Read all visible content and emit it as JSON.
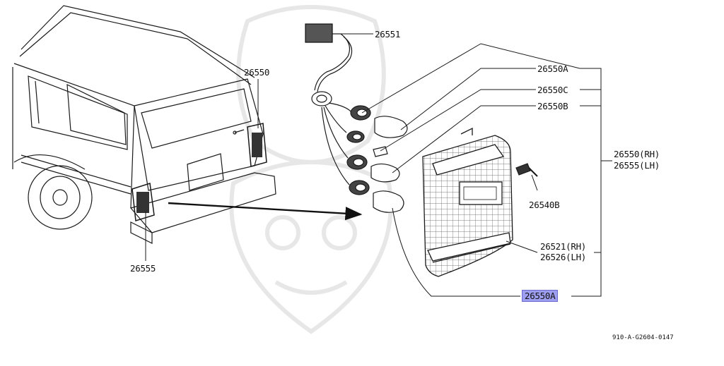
{
  "labels": {
    "p26551": "26551",
    "p26550_car": "26550",
    "p26555_car": "26555",
    "p26550A_top": "26550A",
    "p26550C": "26550C",
    "p26550B": "26550B",
    "p26550_rh": "26550(RH)",
    "p26555_lh": "26555(LH)",
    "p26540B": "26540B",
    "p26521_rh": "26521(RH)",
    "p26526_lh": "26526(LH)",
    "p26550A_sel": "26550A"
  },
  "diagram_code": "910-A-G2604-0147",
  "colors": {
    "highlight": "#9e9ef0",
    "line": "#1a1a1a"
  }
}
